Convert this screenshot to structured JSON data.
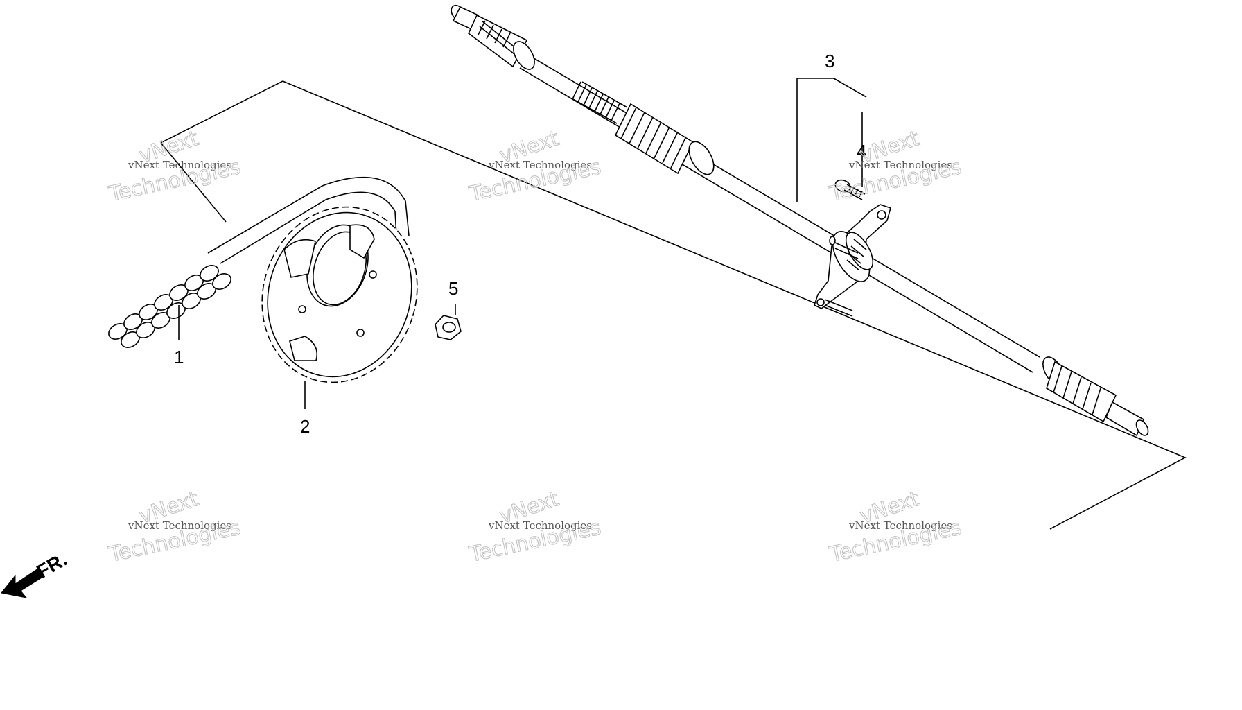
{
  "diagram": {
    "callouts": [
      {
        "id": "1",
        "label": "1"
      },
      {
        "id": "2",
        "label": "2"
      },
      {
        "id": "3",
        "label": "3"
      },
      {
        "id": "4",
        "label": "4"
      },
      {
        "id": "5",
        "label": "5"
      }
    ],
    "direction_label": "FR.",
    "watermark": {
      "line1": "vNext",
      "line2": "vNext Technologies",
      "line3": "Technologies"
    }
  }
}
